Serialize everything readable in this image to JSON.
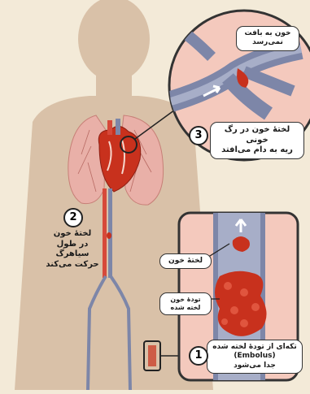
{
  "labels": {
    "not_reach": "خون به بافت\nنمی‌رسد",
    "trapped": "لختهٔ خون در رگ خونی\nریه به دام می‌افتد",
    "travels": "لختهٔ خون\nدر طول\nسیاهرگ\nحرکت می‌کند",
    "clot_piece": "لختهٔ خون",
    "clot_mass": "تودهٔ خون\nلخته شده",
    "embolus": "تکه‌ای از تودهٔ لخته شده\n(Embolus)\nجدا می‌شود"
  },
  "steps": [
    "1",
    "2",
    "3"
  ],
  "colors": {
    "background": "#f3ead8",
    "silhouette": "#d9c1a8",
    "lung": "#e9b0a8",
    "vein": "#7d86a8",
    "artery": "#d6493a",
    "clot": "#c8311d",
    "inset_bg": "#f4c9bd"
  }
}
